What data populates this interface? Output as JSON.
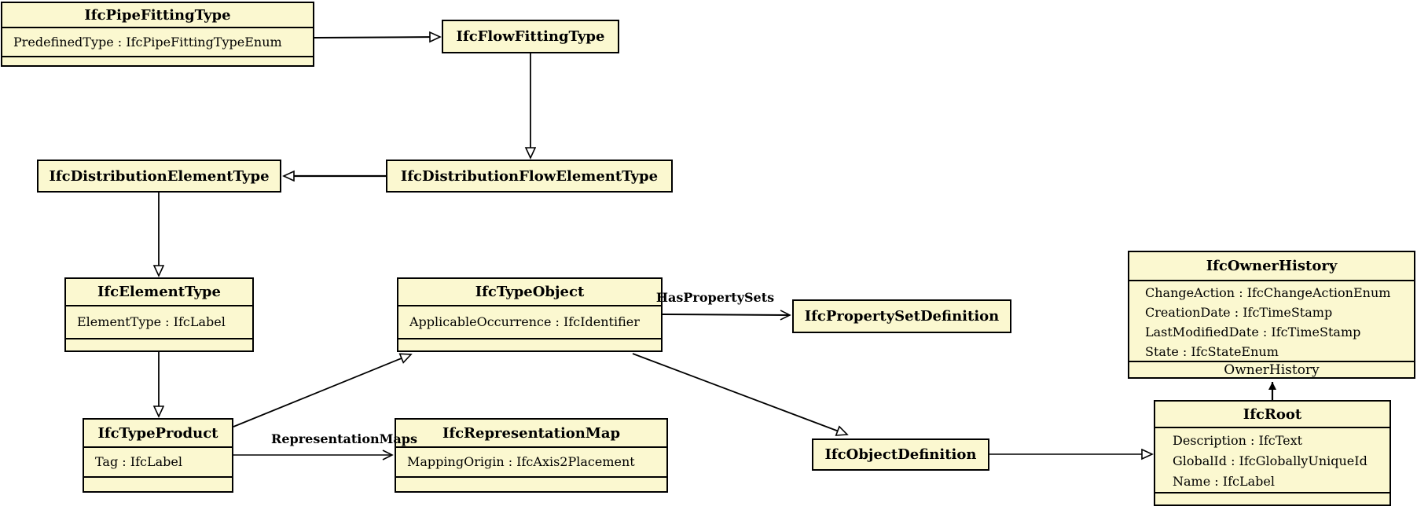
{
  "diagram": {
    "type": "uml-class-diagram",
    "background_color": "#ffffff",
    "node_fill_color": "#fbf8d0",
    "node_border_color": "#000000",
    "nodes": {
      "pipeFittingType": {
        "title": "IfcPipeFittingType",
        "attributes": [
          "PredefinedType : IfcPipeFittingTypeEnum"
        ],
        "has_empty_compartment": true
      },
      "flowFittingType": {
        "title": "IfcFlowFittingType",
        "attributes": []
      },
      "distributionElementType": {
        "title": "IfcDistributionElementType",
        "attributes": []
      },
      "distributionFlowElementType": {
        "title": "IfcDistributionFlowElementType",
        "attributes": []
      },
      "elementType": {
        "title": "IfcElementType",
        "attributes": [
          "ElementType : IfcLabel"
        ],
        "has_empty_compartment": true
      },
      "typeObject": {
        "title": "IfcTypeObject",
        "attributes": [
          "ApplicableOccurrence : IfcIdentifier"
        ],
        "has_empty_compartment": true
      },
      "propertySetDefinition": {
        "title": "IfcPropertySetDefinition",
        "attributes": []
      },
      "ownerHistory": {
        "title": "IfcOwnerHistory",
        "attributes": [
          "ChangeAction : IfcChangeActionEnum",
          "CreationDate : IfcTimeStamp",
          "LastModifiedDate : IfcTimeStamp",
          "State : IfcStateEnum"
        ],
        "has_empty_compartment": true
      },
      "typeProduct": {
        "title": "IfcTypeProduct",
        "attributes": [
          "Tag : IfcLabel"
        ],
        "has_empty_compartment": true
      },
      "representationMap": {
        "title": "IfcRepresentationMap",
        "attributes": [
          "MappingOrigin : IfcAxis2Placement"
        ],
        "has_empty_compartment": true
      },
      "objectDefinition": {
        "title": "IfcObjectDefinition",
        "attributes": []
      },
      "root": {
        "title": "IfcRoot",
        "attributes": [
          "Description : IfcText",
          "GlobalId : IfcGloballyUniqueId",
          "Name : IfcLabel"
        ],
        "has_empty_compartment": true
      }
    },
    "edges": [
      {
        "from": "IfcPipeFittingType",
        "to": "IfcFlowFittingType",
        "type": "generalization",
        "label": ""
      },
      {
        "from": "IfcFlowFittingType",
        "to": "IfcDistributionFlowElementType",
        "type": "generalization",
        "label": ""
      },
      {
        "from": "IfcDistributionFlowElementType",
        "to": "IfcDistributionElementType",
        "type": "generalization",
        "label": ""
      },
      {
        "from": "IfcDistributionElementType",
        "to": "IfcElementType",
        "type": "generalization",
        "label": ""
      },
      {
        "from": "IfcElementType",
        "to": "IfcTypeProduct",
        "type": "generalization",
        "label": ""
      },
      {
        "from": "IfcTypeProduct",
        "to": "IfcTypeObject",
        "type": "generalization",
        "label": ""
      },
      {
        "from": "IfcTypeObject",
        "to": "IfcObjectDefinition",
        "type": "generalization",
        "label": ""
      },
      {
        "from": "IfcObjectDefinition",
        "to": "IfcRoot",
        "type": "generalization",
        "label": ""
      },
      {
        "from": "IfcTypeObject",
        "to": "IfcPropertySetDefinition",
        "type": "association",
        "label": "HasPropertySets"
      },
      {
        "from": "IfcTypeProduct",
        "to": "IfcRepresentationMap",
        "type": "association",
        "label": "RepresentationMaps"
      },
      {
        "from": "IfcRoot",
        "to": "IfcOwnerHistory",
        "type": "association",
        "label": "OwnerHistory"
      }
    ]
  }
}
